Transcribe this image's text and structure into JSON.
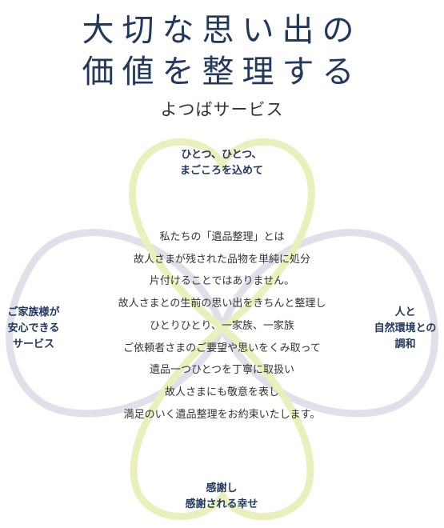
{
  "header": {
    "title_line1": "大切な思い出の",
    "title_line2": "価値を整理する",
    "subtitle": "よつばサービス"
  },
  "petals": {
    "top": [
      "ひとつ、ひとつ、",
      "まごころを込めて"
    ],
    "left": [
      "ご家族様が",
      "安心できる",
      "サービス"
    ],
    "right": [
      "人と",
      "自然環境との",
      "調和"
    ],
    "bottom": [
      "感謝し",
      "感謝される幸せ"
    ]
  },
  "body_lines": [
    "私たちの「遺品整理」とは",
    "故人さまが残された品物を単純に処分",
    "片付けることではありません。",
    "故人さまとの生前の思い出をきちんと整理し",
    "ひとりひとり、一家族、一家族",
    "ご依頼者さまのご要望や思いをくみ取って",
    "遺品一つひとつを丁寧に取扱い",
    "故人さまにも敬意を表し",
    "満足のいく遺品整理をお約束いたします。"
  ],
  "colors": {
    "title": "#22385e",
    "petal_green": "#e9f0b8",
    "petal_gray": "#dcdce6"
  }
}
